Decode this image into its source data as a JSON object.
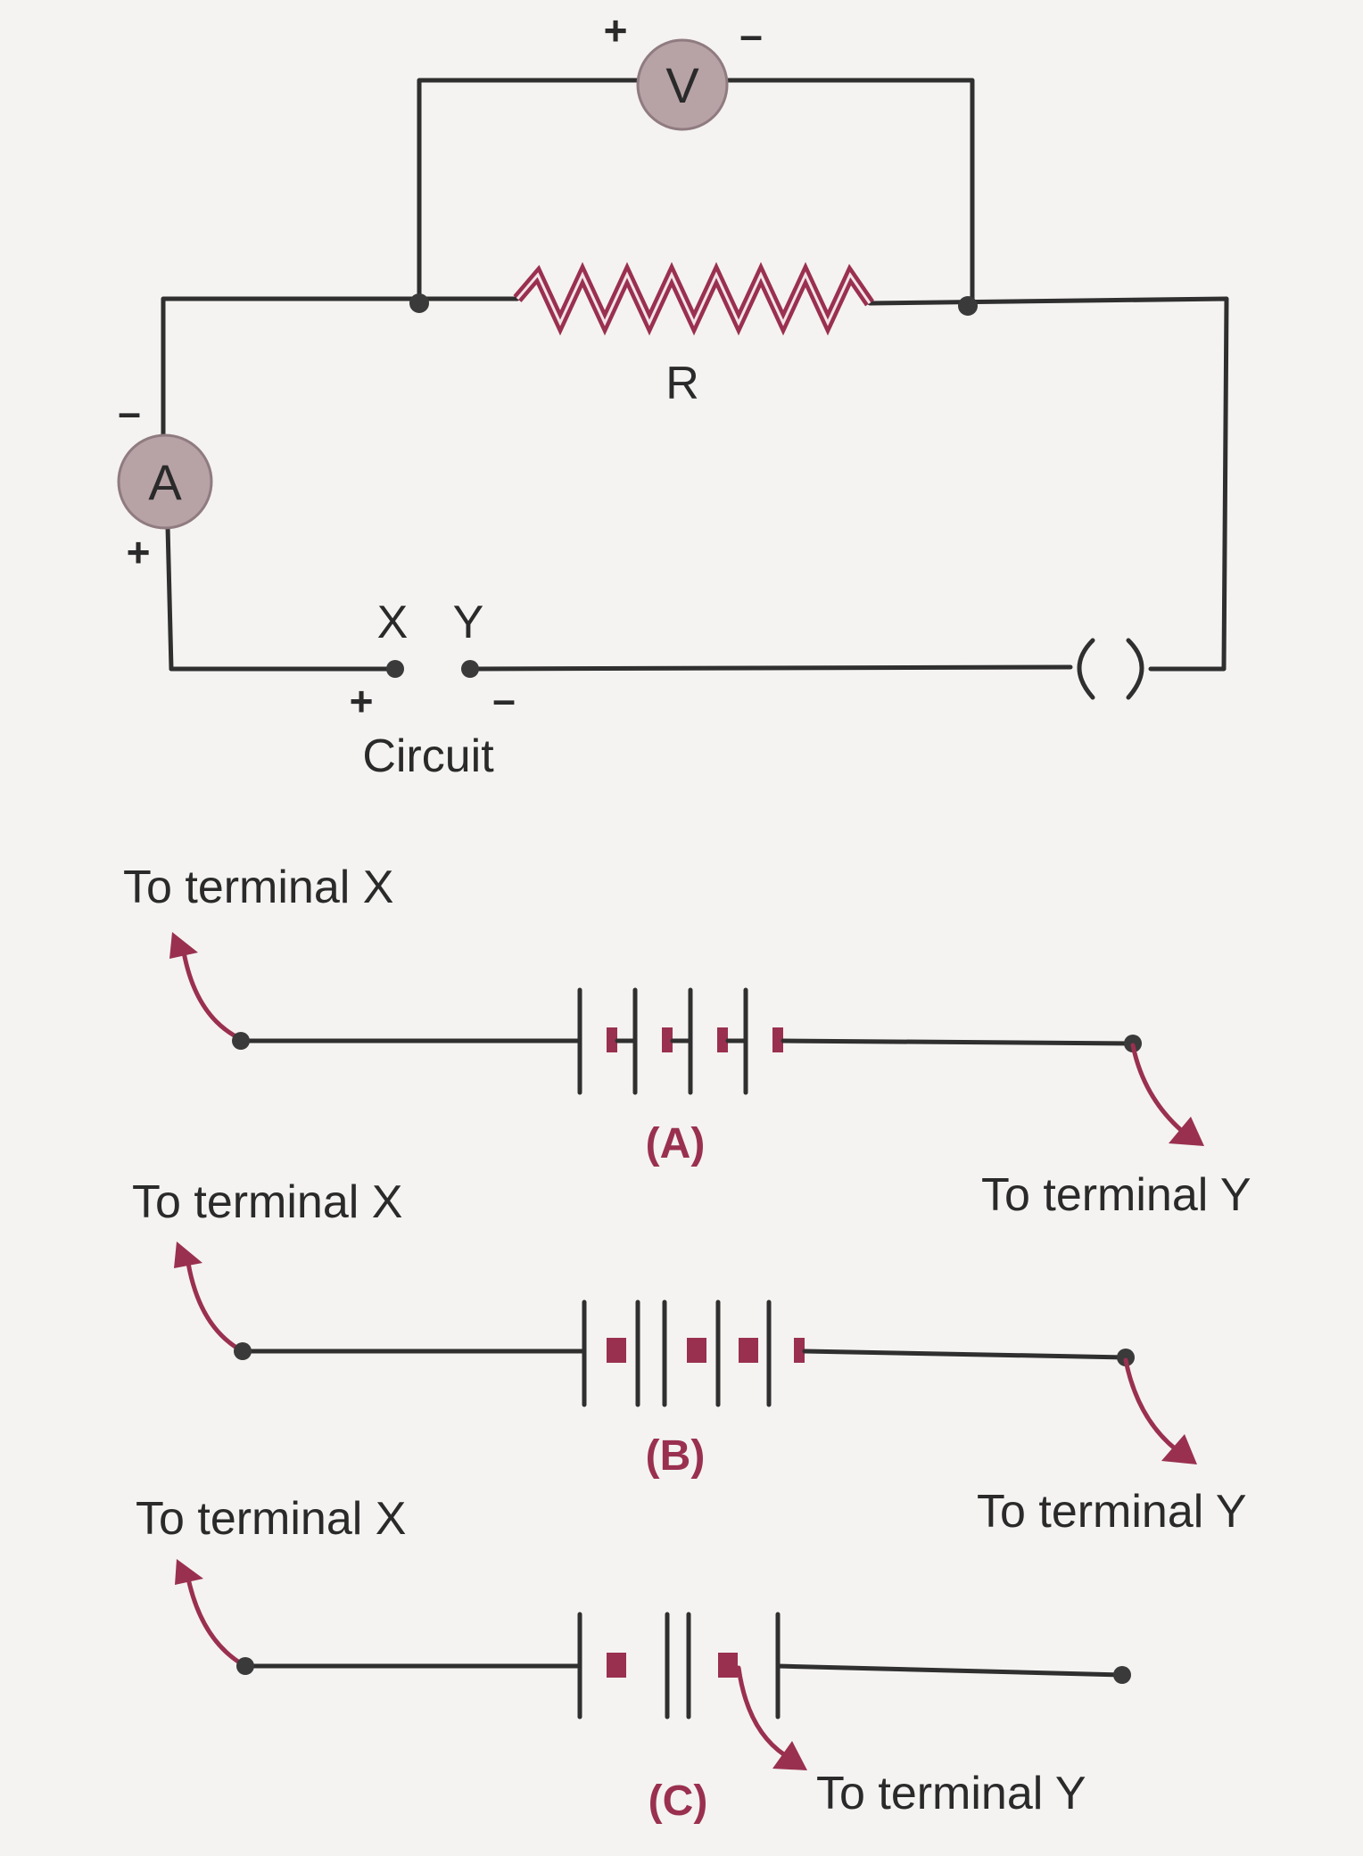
{
  "circuit": {
    "voltmeter": "V",
    "ammeter": "A",
    "resistor": "R",
    "terminal_x": "X",
    "terminal_y": "Y",
    "plus": "+",
    "minus": "–",
    "caption": "Circuit"
  },
  "options": [
    {
      "caption": "(A)",
      "to_x": "To terminal X",
      "to_y": "To terminal Y"
    },
    {
      "caption": "(B)",
      "to_x": "To terminal X",
      "to_y": "To terminal Y"
    },
    {
      "caption": "(C)",
      "to_x": "To terminal X",
      "to_y": "To terminal Y"
    }
  ],
  "colors": {
    "accent": "#9a3050",
    "wire": "#2f2f2f",
    "meter": "#b7a2a6"
  }
}
